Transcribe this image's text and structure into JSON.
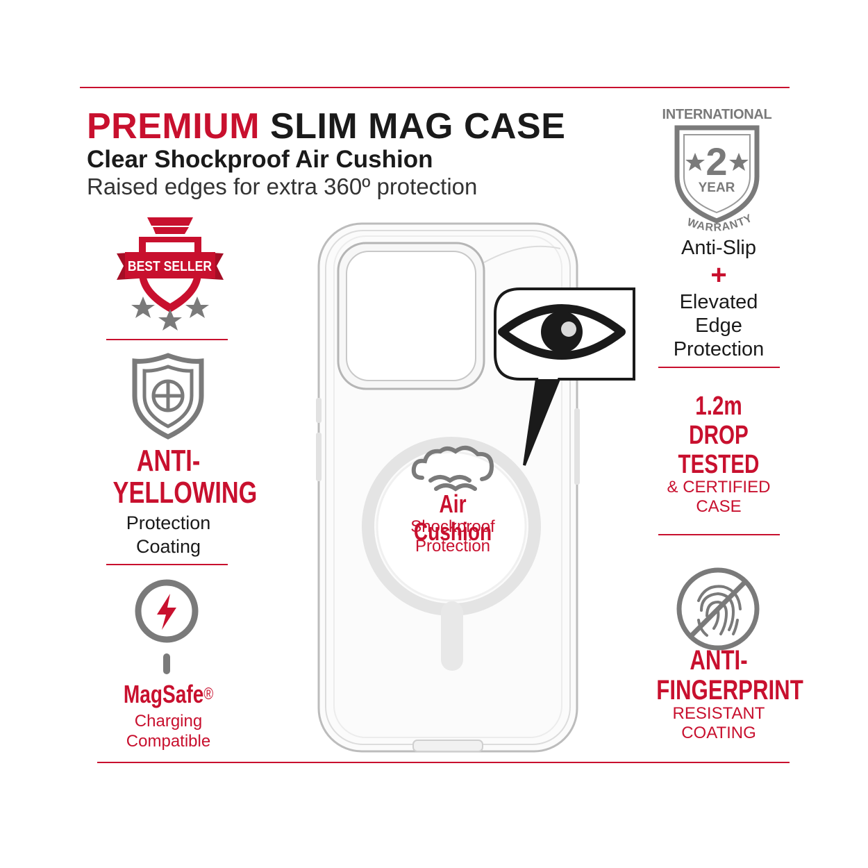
{
  "header": {
    "title_accent": "PREMIUM",
    "title_rest": "SLIM MAG CASE",
    "subtitle": "Clear Shockproof Air Cushion",
    "tagline": "Raised edges for extra 360º protection"
  },
  "left": {
    "badge_text": "BEST SELLER",
    "anti_yellowing": {
      "line1": "ANTI-",
      "line2": "YELLOWING",
      "desc1": "Protection",
      "desc2": "Coating"
    },
    "magsafe": {
      "title": "MagSafe",
      "reg": "®",
      "desc1": "Charging",
      "desc2": "Compatible"
    }
  },
  "center": {
    "ring_title": "Air Cushion",
    "ring_desc1": "Shockproof",
    "ring_desc2": "Protection"
  },
  "right": {
    "warranty": {
      "top": "INTERNATIONAL",
      "number": "2",
      "unit": "YEAR",
      "arc": "WARRANTY"
    },
    "anti_slip": {
      "line1": "Anti-Slip",
      "plus": "+",
      "line2": "Elevated",
      "line3": "Edge",
      "line4": "Protection"
    },
    "drop": {
      "line1": "1.2m",
      "line2": "DROP",
      "line3": "TESTED",
      "line4": "& CERTIFIED",
      "line5": "CASE"
    },
    "anti_fingerprint": {
      "line1": "ANTI-",
      "line2": "FINGERPRINT",
      "desc1": "RESISTANT",
      "desc2": "COATING"
    }
  },
  "colors": {
    "accent": "#c8102e",
    "gray": "#7a7a7a",
    "text": "#1a1a1a"
  }
}
